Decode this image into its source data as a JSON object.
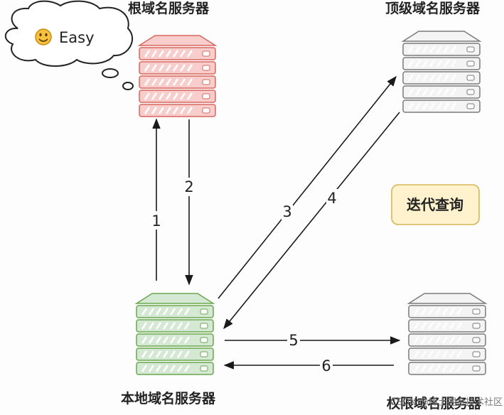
{
  "labels": {
    "root": "根域名服务器",
    "tld": "顶级域名服务器",
    "local": "本地域名服务器",
    "auth": "权限域名服务器"
  },
  "bubble": {
    "text": "Easy",
    "icon": "smiley-face-icon"
  },
  "badge": {
    "text": "迭代查询"
  },
  "steps": {
    "s1": "1",
    "s2": "2",
    "s3": "3",
    "s4": "4",
    "s5": "5",
    "s6": "6"
  },
  "watermark": "CSDN @稀土掘金技术社区",
  "colors": {
    "root_fill": "#f8cecc",
    "root_stroke": "#d9675f",
    "tld_fill": "#f4f4f4",
    "tld_stroke": "#7a7a7a",
    "local_fill": "#d5e8d4",
    "local_stroke": "#6aa84f",
    "auth_fill": "#f4f4f4",
    "auth_stroke": "#7a7a7a",
    "badge_fill": "#fff2cc",
    "badge_stroke": "#d6b656"
  }
}
